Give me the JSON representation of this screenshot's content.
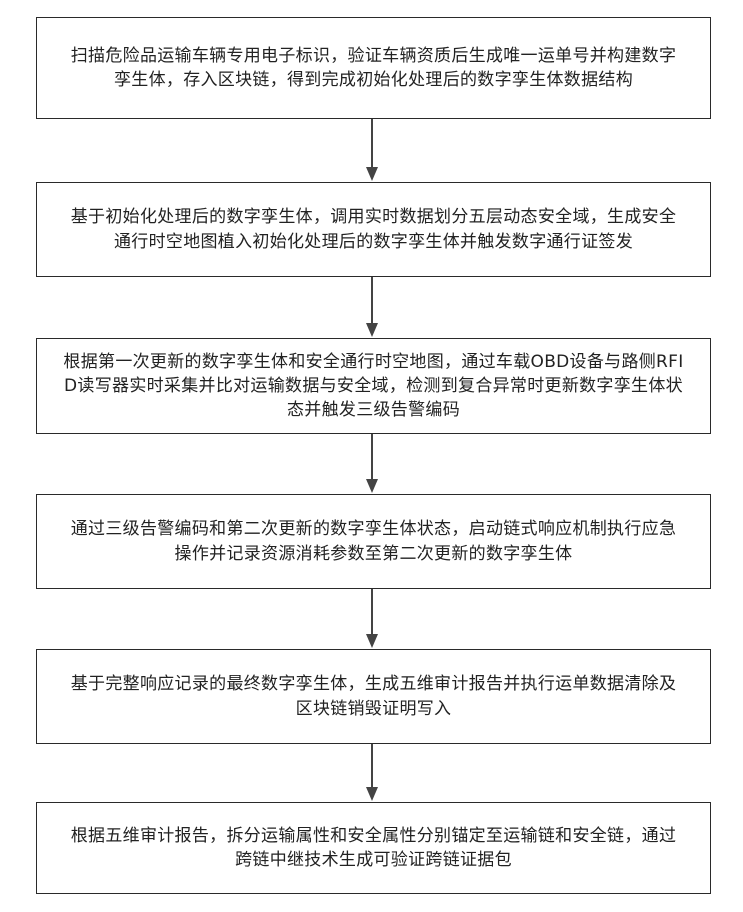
{
  "flowchart": {
    "steps": [
      {
        "text": "扫描危险品运输车辆专用电子标识，验证车辆资质后生成唯一运单号并构建数字孪生体，存入区块链，得到完成初始化处理后的数字孪生体数据结构"
      },
      {
        "text": "基于初始化处理后的数字孪生体，调用实时数据划分五层动态安全域，生成安全通行时空地图植入初始化处理后的数字孪生体并触发数字通行证签发"
      },
      {
        "text": "根据第一次更新的数字孪生体和安全通行时空地图，通过车载OBD设备与路侧RFID读写器实时采集并比对运输数据与安全域，检测到复合异常时更新数字孪生体状态并触发三级告警编码"
      },
      {
        "text": "通过三级告警编码和第二次更新的数字孪生体状态，启动链式响应机制执行应急操作并记录资源消耗参数至第二次更新的数字孪生体"
      },
      {
        "text": "基于完整响应记录的最终数字孪生体，生成五维审计报告并执行运单数据清除及区块链销毁证明写入"
      },
      {
        "text": "根据五维审计报告，拆分运输属性和安全属性分别锚定至运输链和安全链，通过跨链中继技术生成可验证跨链证据包"
      }
    ],
    "colors": {
      "border": "#2a2a2a",
      "arrow": "#444444",
      "text": "#222222"
    }
  }
}
